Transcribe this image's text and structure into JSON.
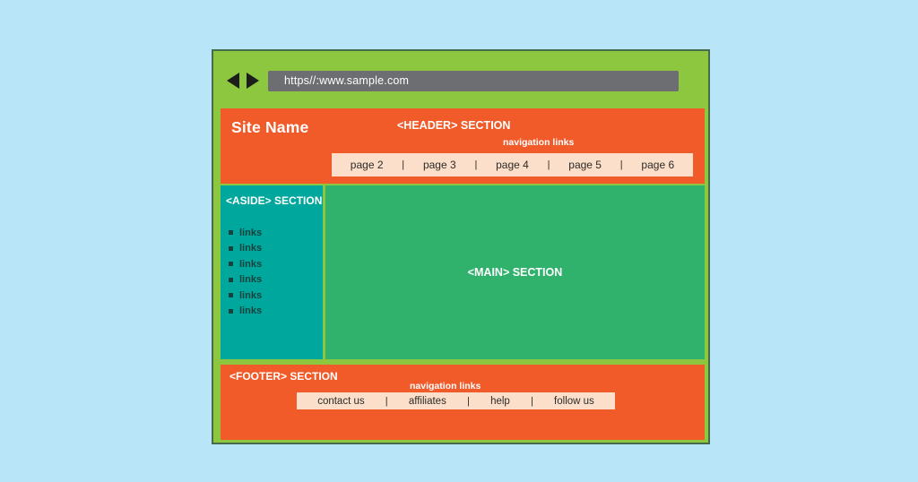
{
  "browser": {
    "url": "https//:www.sample.com",
    "back_icon": "left-triangle",
    "forward_icon": "right-triangle"
  },
  "header": {
    "site_name": "Site Name",
    "section_label": "<HEADER> SECTION",
    "nav_caption": "navigation links",
    "nav_items": [
      "page 2",
      "page 3",
      "page 4",
      "page 5",
      "page 6"
    ]
  },
  "aside": {
    "section_label": "<ASIDE> SECTION",
    "links": [
      "links",
      "links",
      "links",
      "links",
      "links",
      "links"
    ]
  },
  "main": {
    "section_label": "<MAIN> SECTION"
  },
  "footer": {
    "section_label": "<FOOTER> SECTION",
    "nav_caption": "navigation links",
    "nav_items": [
      "contact us",
      "affiliates",
      "help",
      "follow us"
    ]
  },
  "nav_separator": "|",
  "colors": {
    "bg-blue": "#b9e5f8",
    "frame-green": "#8dc63f",
    "frame-border": "#476b4a",
    "orange": "#f15b2a",
    "teal": "#00a79c",
    "main-green": "#30b26c",
    "peach": "#fcdfca",
    "addr-gray": "#6d6e71"
  }
}
